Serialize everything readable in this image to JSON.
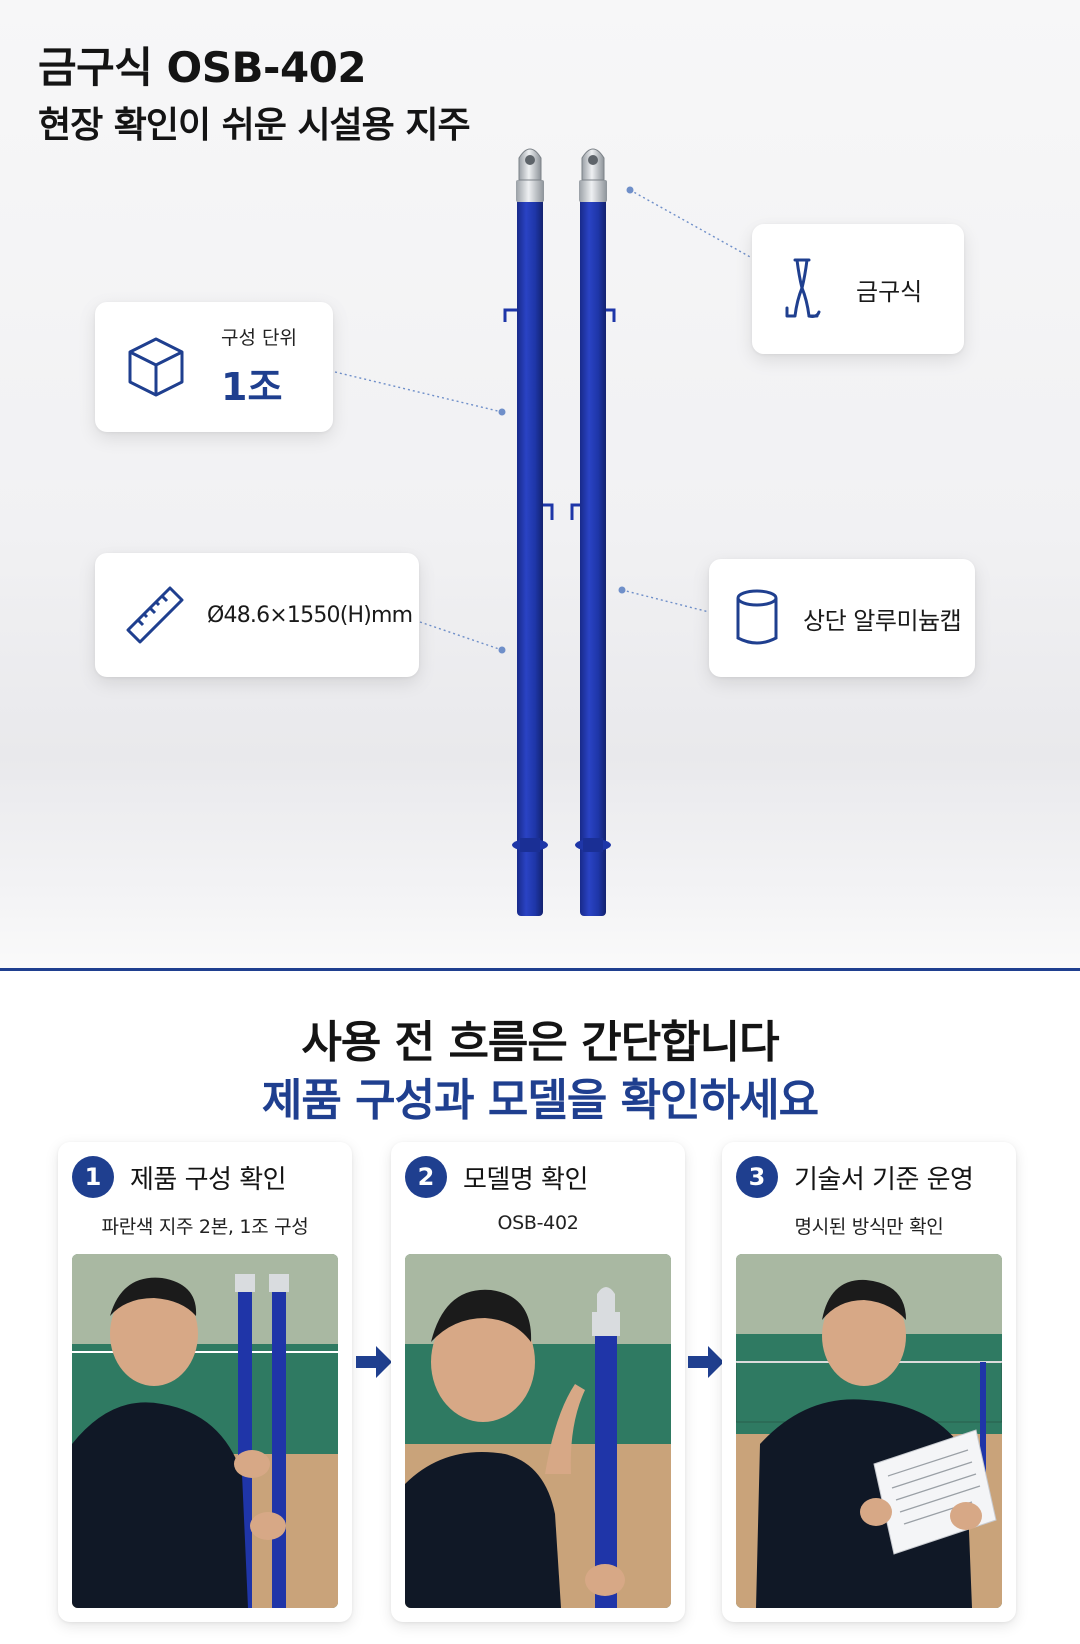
{
  "hero": {
    "title": "금구식 OSB-402",
    "subtitle": "현장 확인이 쉬운 시설용 지주"
  },
  "callouts": {
    "unit": {
      "label": "구성 단위",
      "value": "1조",
      "icon": "cube-icon"
    },
    "dimension": {
      "value": "Ø48.6×1550(H)mm",
      "icon": "ruler-icon"
    },
    "type": {
      "value": "금구식",
      "icon": "hook-fitting-icon"
    },
    "cap": {
      "value": "상단 알루미늄캡",
      "icon": "cylinder-cap-icon"
    }
  },
  "section": {
    "heading": "사용 전 흐름은 간단합니다",
    "subheading": "제품 구성과 모델을 확인하세요"
  },
  "steps": [
    {
      "number": "1",
      "title": "제품 구성 확인",
      "description": "파란색 지주 2본, 1조 구성"
    },
    {
      "number": "2",
      "title": "모델명 확인",
      "description": "OSB-402"
    },
    {
      "number": "3",
      "title": "기술서 기준 운영",
      "description": "명시된 방식만 확인"
    }
  ],
  "colors": {
    "brand_navy": "#1f3f8f",
    "pole_blue": "#1f35a8",
    "text_dark": "#141414"
  }
}
